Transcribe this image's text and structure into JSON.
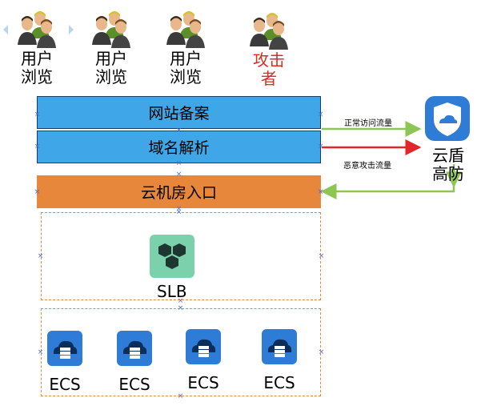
{
  "users": [
    {
      "label": "用户\n浏览",
      "attacker": false
    },
    {
      "label": "用户\n浏览",
      "attacker": false
    },
    {
      "label": "用户\n浏览",
      "attacker": false
    },
    {
      "label": "攻击\n者",
      "attacker": true
    }
  ],
  "layers": {
    "website_filing": "网站备案",
    "dns": "域名解析",
    "cloud_entry": "云机房入口"
  },
  "flows": {
    "normal": "正常访问流量",
    "malicious": "恶意攻击流量"
  },
  "protection": {
    "label": "云盾\n高防"
  },
  "slb": {
    "label": "SLB"
  },
  "ecs": [
    {
      "label": "ECS"
    },
    {
      "label": "ECS"
    },
    {
      "label": "ECS"
    },
    {
      "label": "ECS"
    }
  ],
  "colors": {
    "blue_bar": "#3fa7e8",
    "orange_bar": "#e6873b",
    "normal_flow": "#8dc653",
    "malicious_flow": "#e02828"
  }
}
